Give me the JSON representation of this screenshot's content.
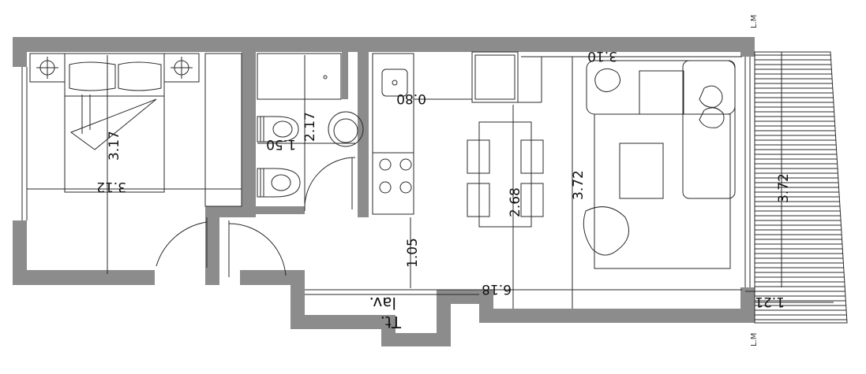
{
  "plan": {
    "boundary_label": "L.M",
    "room_label_line1": "Tt.",
    "room_label_line2": "lav.",
    "dimensions": {
      "bedroom_height": "3.17",
      "bedroom_width": "3.12",
      "bath_height": "2.17",
      "bath_width": "1.50",
      "sink_clearance": "0.80",
      "top_width": "3.10",
      "dining_height": "2.68",
      "living_height": "3.72",
      "balcony_height": "3.72",
      "corridor_height": "1.05",
      "total_width": "6.18",
      "balcony_depth": "1.21"
    },
    "colors": {
      "wall": "#8c8c8c",
      "line": "#2a2a2a",
      "background": "#ffffff"
    }
  }
}
